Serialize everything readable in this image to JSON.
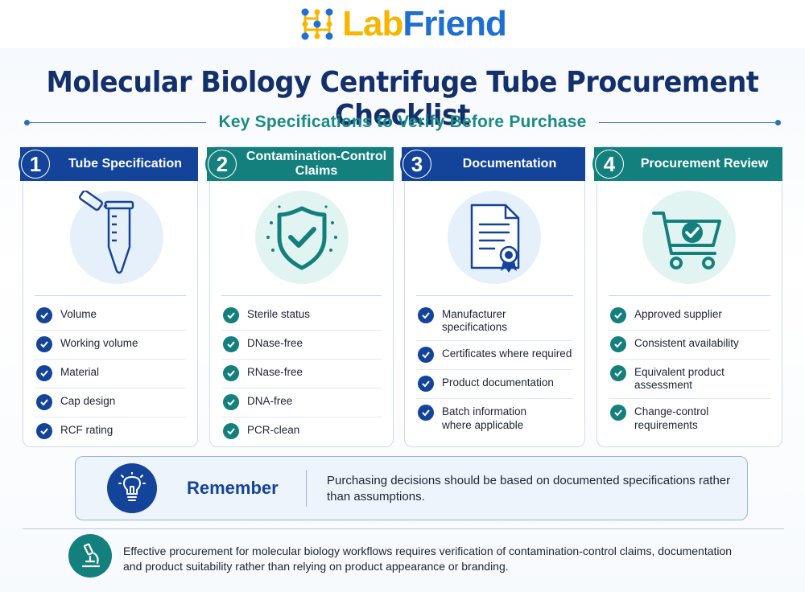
{
  "brand": {
    "lab": "Lab",
    "friend": "Friend"
  },
  "title": "Molecular Biology Centrifuge Tube Procurement Checklist",
  "subtitle": "Key Specifications to Verify Before Purchase",
  "colors": {
    "navy": "#13449a",
    "teal": "#14807e",
    "logo_yellow": "#f7b500",
    "logo_blue": "#1d6fd1"
  },
  "cards": [
    {
      "number": "1",
      "title": "Tube Specification",
      "theme": "blue",
      "icon": "centrifuge-tube-icon",
      "items": [
        "Volume",
        "Working volume",
        "Material",
        "Cap design",
        "RCF rating"
      ]
    },
    {
      "number": "2",
      "title": "Contamination-Control Claims",
      "theme": "teal",
      "icon": "shield-check-icon",
      "items": [
        "Sterile status",
        "DNase-free",
        "RNase-free",
        "DNA-free",
        "PCR-clean"
      ]
    },
    {
      "number": "3",
      "title": "Documentation",
      "theme": "blue",
      "icon": "certificate-document-icon",
      "items": [
        "Manufacturer specifications",
        "Certificates where required",
        "Product documentation",
        "Batch information where applicable"
      ]
    },
    {
      "number": "4",
      "title": "Procurement Review",
      "theme": "teal",
      "icon": "shopping-cart-check-icon",
      "items": [
        "Approved supplier",
        "Consistent availability",
        "Equivalent product assessment",
        "Change-control requirements"
      ]
    }
  ],
  "remember": {
    "label": "Remember",
    "text": "Purchasing decisions should be based on documented specifications rather than assumptions.",
    "icon": "lightbulb-icon"
  },
  "footer": {
    "icon": "microscope-icon",
    "text": "Effective procurement for molecular biology workflows requires verification of contamination-control claims, documentation and product suitability rather than relying on product appearance or branding."
  }
}
